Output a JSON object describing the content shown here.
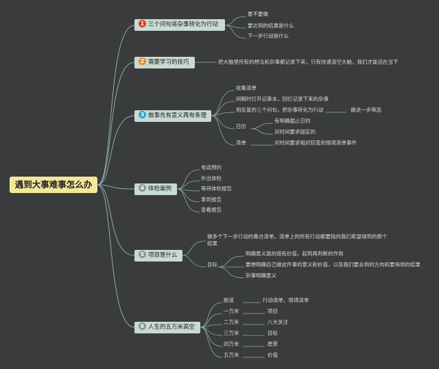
{
  "title": "遇到大事难事怎么办",
  "colors": {
    "background": "#3a3b3d",
    "root_fill": "#f3e79b",
    "branch_fill": "#c7dbd1",
    "line": "#8fb1a3",
    "badge_1": "#e03a2a",
    "badge_2": "#ee8a2a",
    "badge_3": "#2aa5d8",
    "badge_gray": "#8f9496"
  },
  "branches": [
    {
      "num": "1",
      "label": "三个问句将杂事转化为行动",
      "children": [
        "要不要做",
        "要达到的结果是什么",
        "下一步行动是什么"
      ]
    },
    {
      "num": "2",
      "label": "需要学习的技巧",
      "children": [
        "把大脑里所有的想法和杂事都记录下来，只有快速清空大脑，我们才能活在当下"
      ]
    },
    {
      "num": "3",
      "label": "做事先有意义再有条理",
      "children": [
        {
          "label": "收集清单"
        },
        {
          "label": "闲暇时打开记事本，回忆记录下来的杂事"
        },
        {
          "label": "用反复的三个问句，把杂事转化为行动",
          "children": [
            "做进一步筛选"
          ]
        },
        {
          "label": "日历",
          "children": [
            "有明确截止日的",
            "对时间要求固定的"
          ]
        },
        {
          "label": "清单",
          "children": [
            "对时间要求相对较宽的情境清单事件"
          ]
        }
      ]
    },
    {
      "num": "4",
      "label": "体检案例",
      "children": [
        "电话预约",
        "外出体检",
        "等待体检报告",
        "拿到报告",
        "查看报告"
      ]
    },
    {
      "num": "5",
      "label": "项目是什么",
      "children": [
        {
          "label": "做多个下一步行动的集合清单。清单上的所有行动都要指向我们希望得到的那个结果"
        },
        {
          "label": "目标",
          "children": [
            "明确意义真的很有价值，起到再判断的作用",
            "要想明确自己做这件事的意义和价值，以及我们要去到的方向和要得到的结果",
            "杂事明确意义"
          ]
        }
      ]
    },
    {
      "num": "6",
      "label": "人生的五万米高空",
      "children": [
        {
          "label": "跑道",
          "value": "行动清单、情境清单"
        },
        {
          "label": "一万米",
          "value": "项目"
        },
        {
          "label": "二万米",
          "value": "八大关注"
        },
        {
          "label": "三万米",
          "value": "目标"
        },
        {
          "label": "四万米",
          "value": "愿景"
        },
        {
          "label": "五万米",
          "value": "价值"
        }
      ]
    }
  ]
}
